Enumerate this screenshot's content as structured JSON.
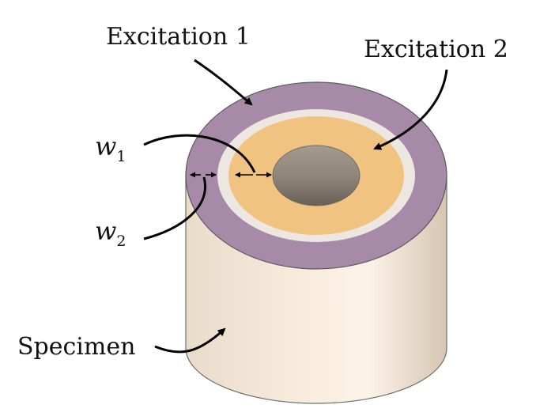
{
  "labels": {
    "excitation_1": "Excitation 1",
    "excitation_2": "Excitation 2",
    "w1": {
      "base": "w",
      "sub": "1"
    },
    "w2": {
      "base": "w",
      "sub": "2"
    },
    "specimen": "Specimen"
  },
  "colors": {
    "outer_ring": "#a68aa8",
    "gap_ring": "#ece7e0",
    "inner_ring": "#f0c380",
    "bore_top": "#8e857c",
    "bore_bottom": "#6f655d",
    "cylinder_side_light": "#fbf1e5",
    "cylinder_side_dark": "#d9c9b6",
    "outline": "#5a5a5a",
    "arrow": "#000000"
  }
}
